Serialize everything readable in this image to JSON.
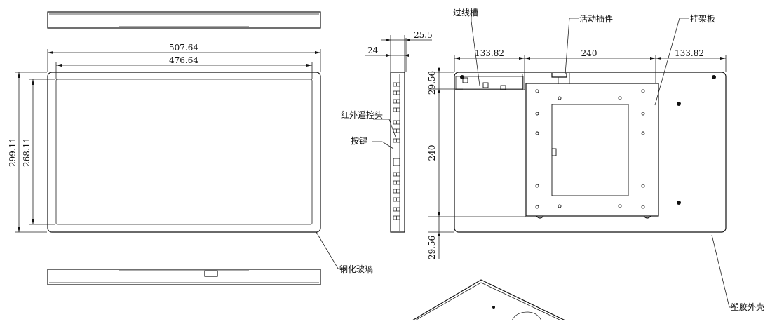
{
  "dimensions": {
    "outer_width": "507.64",
    "inner_width": "476.64",
    "outer_height": "299.11",
    "inner_height": "268.11",
    "side_depth_a": "25.5",
    "side_depth_b": "24",
    "back_left": "133.82",
    "back_mid": "240",
    "back_right": "133.82",
    "back_top": "29.56",
    "back_vert": "240",
    "back_bottom": "29.56"
  },
  "labels": {
    "cable_slot": "过线槽",
    "movable_plug": "活动插件",
    "hanger_plate": "挂架板",
    "ir_remote": "红外遥控头",
    "button": "按键",
    "tempered_glass": "钢化玻璃",
    "plastic_shell": "塑胶外壳"
  }
}
